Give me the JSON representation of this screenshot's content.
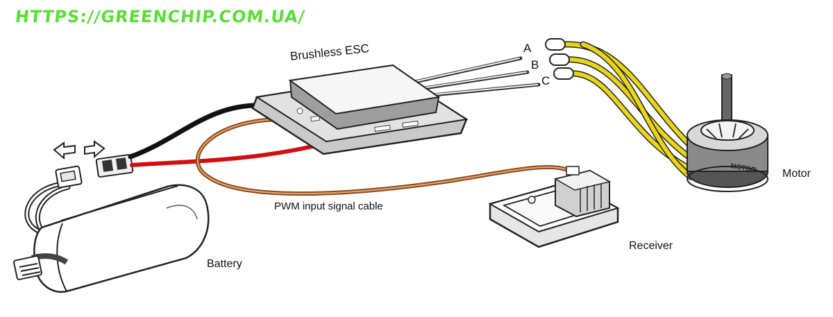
{
  "watermark": "HTTPS://GREENCHIP.COM.UA/",
  "labels": {
    "esc": "Brushless ESC",
    "phase_a": "A",
    "phase_b": "B",
    "phase_c": "C",
    "motor": "Motor",
    "motor_body_text": "MOTOR",
    "pwm_cable": "PWM input signal cable",
    "receiver": "Receiver",
    "battery": "Battery"
  },
  "colors": {
    "watermark": "#5ddc3a",
    "motor_wires": "#e8d51a",
    "power_positive": "#d01010",
    "power_negative": "#111111",
    "signal_cable": "#c98a4a"
  }
}
